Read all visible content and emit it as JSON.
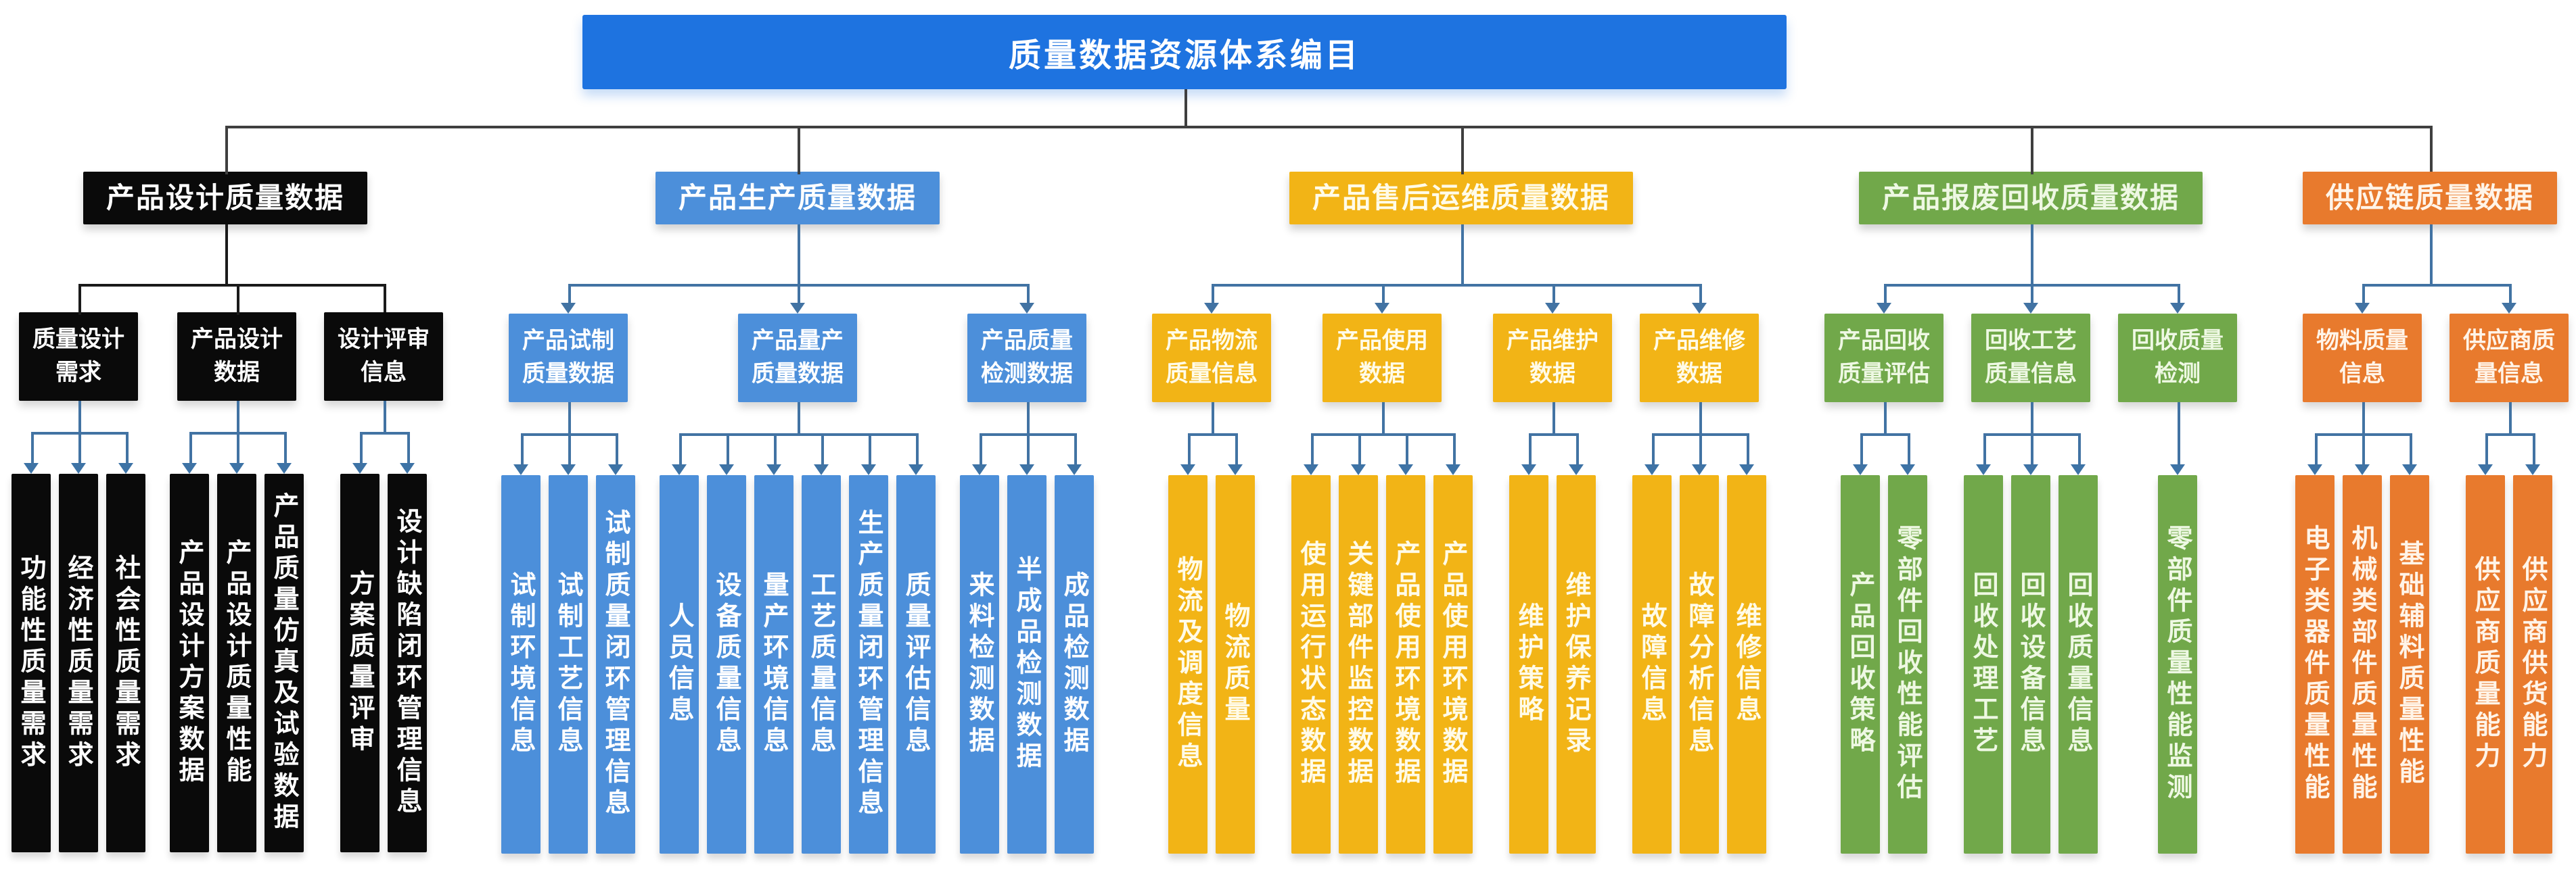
{
  "title": "质量数据资源体系编目",
  "colors": {
    "root": "#1E73E0",
    "top_connector": "#3F3F3F",
    "branch_connector": "#4273A3",
    "arrowhead": "#3D73A6"
  },
  "branches": [
    {
      "id": "design",
      "label": "产品设计质量数据",
      "color": "#0A0A0A",
      "text_color": "#FFFFFF",
      "line2_color": "#1A1A1A",
      "level2_arrows": false,
      "subgroups": [
        {
          "label": "质量设计\n需求",
          "leaves": [
            "功能性质量需求",
            "经济性质量需求",
            "社会性质量需求"
          ]
        },
        {
          "label": "产品设计\n数据",
          "leaves": [
            "产品设计方案数据",
            "产品设计质量性能",
            "产品质量仿真及试验数据"
          ]
        },
        {
          "label": "设计评审\n信息",
          "leaves": [
            "方案质量评审",
            "设计缺陷闭环管理信息"
          ]
        }
      ]
    },
    {
      "id": "production",
      "label": "产品生产质量数据",
      "color": "#4C8FDA",
      "text_color": "#FFFFFF",
      "line2_color": "#4273A3",
      "level2_arrows": true,
      "subgroups": [
        {
          "label": "产品试制\n质量数据",
          "leaves": [
            "试制环境信息",
            "试制工艺信息",
            "试制质量闭环管理信息"
          ]
        },
        {
          "label": "产品量产\n质量数据",
          "leaves": [
            "人员信息",
            "设备质量信息",
            "量产环境信息",
            "工艺质量信息",
            "生产质量闭环管理信息",
            "质量评估信息"
          ]
        },
        {
          "label": "产品质量\n检测数据",
          "leaves": [
            "来料检测数据",
            "半成品检测数据",
            "成品检测数据"
          ]
        }
      ]
    },
    {
      "id": "aftersales",
      "label": "产品售后运维质量数据",
      "color": "#F2B416",
      "text_color": "#FFFBE8",
      "line2_color": "#4273A3",
      "level2_arrows": true,
      "subgroups": [
        {
          "label": "产品物流\n质量信息",
          "leaves": [
            "物流及调度信息",
            "物流质量"
          ]
        },
        {
          "label": "产品使用\n数据",
          "leaves": [
            "使用运行状态数据",
            "关键部件监控数据",
            "产品使用环境数据",
            "产品使用环境数据"
          ]
        },
        {
          "label": "产品维护\n数据",
          "leaves": [
            "维护策略",
            "维护保养记录"
          ]
        },
        {
          "label": "产品维修\n数据",
          "leaves": [
            "故障信息",
            "故障分析信息",
            "维修信息"
          ]
        }
      ]
    },
    {
      "id": "recycle",
      "label": "产品报废回收质量数据",
      "color": "#71A84A",
      "text_color": "#EEF8E3",
      "line2_color": "#4273A3",
      "level2_arrows": true,
      "subgroups": [
        {
          "label": "产品回收\n质量评估",
          "leaves": [
            "产品回收策略",
            "零部件回收性能评估"
          ]
        },
        {
          "label": "回收工艺\n质量信息",
          "leaves": [
            "回收处理工艺",
            "回收设备信息",
            "回收质量信息"
          ]
        },
        {
          "label": "回收质量\n检测",
          "leaves": [
            "零部件质量性能监测"
          ]
        }
      ]
    },
    {
      "id": "supplychain",
      "label": "供应链质量数据",
      "color": "#E87A2D",
      "text_color": "#FFF4E8",
      "line2_color": "#4273A3",
      "level2_arrows": true,
      "subgroups": [
        {
          "label": "物料质量\n信息",
          "leaves": [
            "电子类器件质量性能",
            "机械类部件质量性能",
            "基础辅料质量性能"
          ]
        },
        {
          "label": "供应商质\n量信息",
          "leaves": [
            "供应商质量能力",
            "供应商供货能力"
          ]
        }
      ]
    }
  ]
}
